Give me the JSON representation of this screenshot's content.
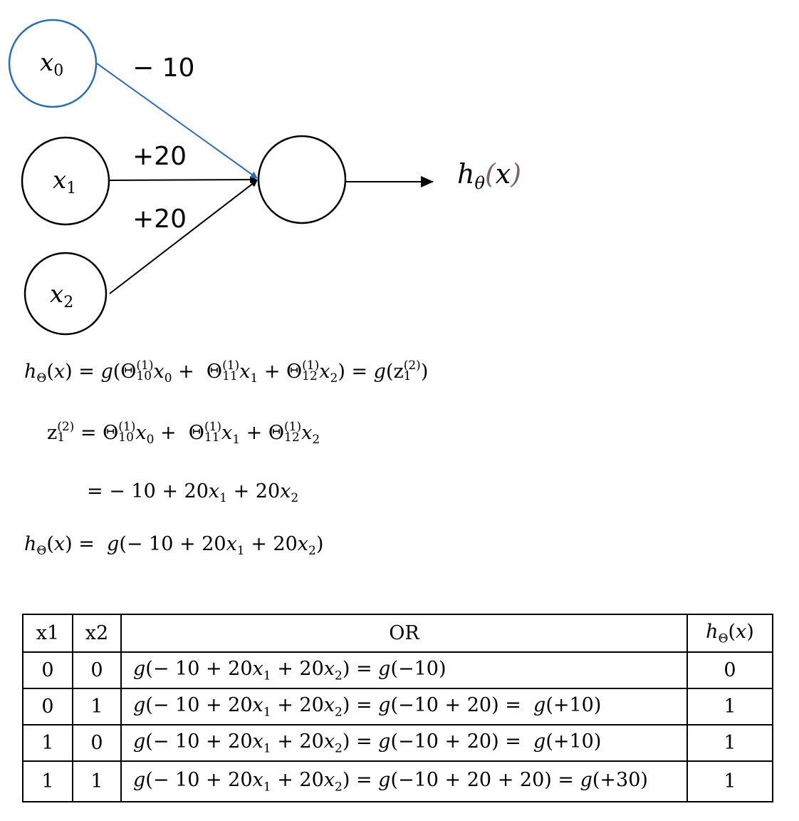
{
  "diagram": {
    "nodes": {
      "x0": {
        "base": "x",
        "sub": "0"
      },
      "x1": {
        "base": "x",
        "sub": "1"
      },
      "x2": {
        "base": "x",
        "sub": "2"
      }
    },
    "weights": {
      "x0": "− 10",
      "x1": "+20",
      "x2": "+20"
    },
    "output": {
      "h": "h",
      "sub": "θ",
      "arg": "x"
    },
    "colors": {
      "bias_edge": "#2e6db5",
      "output_paren": "#7a6561"
    }
  },
  "equations": {
    "eq1": "hΘ(x) = g(Θ10(1)x0 + Θ11(1)x1 + Θ12(1)x2) = g(z1(2))",
    "eq2": "z1(2) = Θ10(1)x0 + Θ11(1)x1 + Θ12(1)x2",
    "eq3": "= − 10 + 20x1 + 20x2",
    "eq4": "hΘ(x) = g(− 10 + 20x1 + 20x2)"
  },
  "table": {
    "headers": {
      "x1": "x1",
      "x2": "x2",
      "op": "OR",
      "h": "hΘ(x)"
    },
    "rows": [
      {
        "x1": "0",
        "x2": "0",
        "expr": "g(− 10 + 20x1 + 20x2) = g(−10)",
        "h": "0"
      },
      {
        "x1": "0",
        "x2": "1",
        "expr": "g(− 10 + 20x1 + 20x2) = g(−10 + 20) =  g(+10)",
        "h": "1"
      },
      {
        "x1": "1",
        "x2": "0",
        "expr": "g(− 10 + 20x1 + 20x2) = g(−10 + 20) =  g(+10)",
        "h": "1"
      },
      {
        "x1": "1",
        "x2": "1",
        "expr": "g(− 10 + 20x1 + 20x2) = g(−10 + 20 + 20) = g(+30)",
        "h": "1"
      }
    ]
  }
}
